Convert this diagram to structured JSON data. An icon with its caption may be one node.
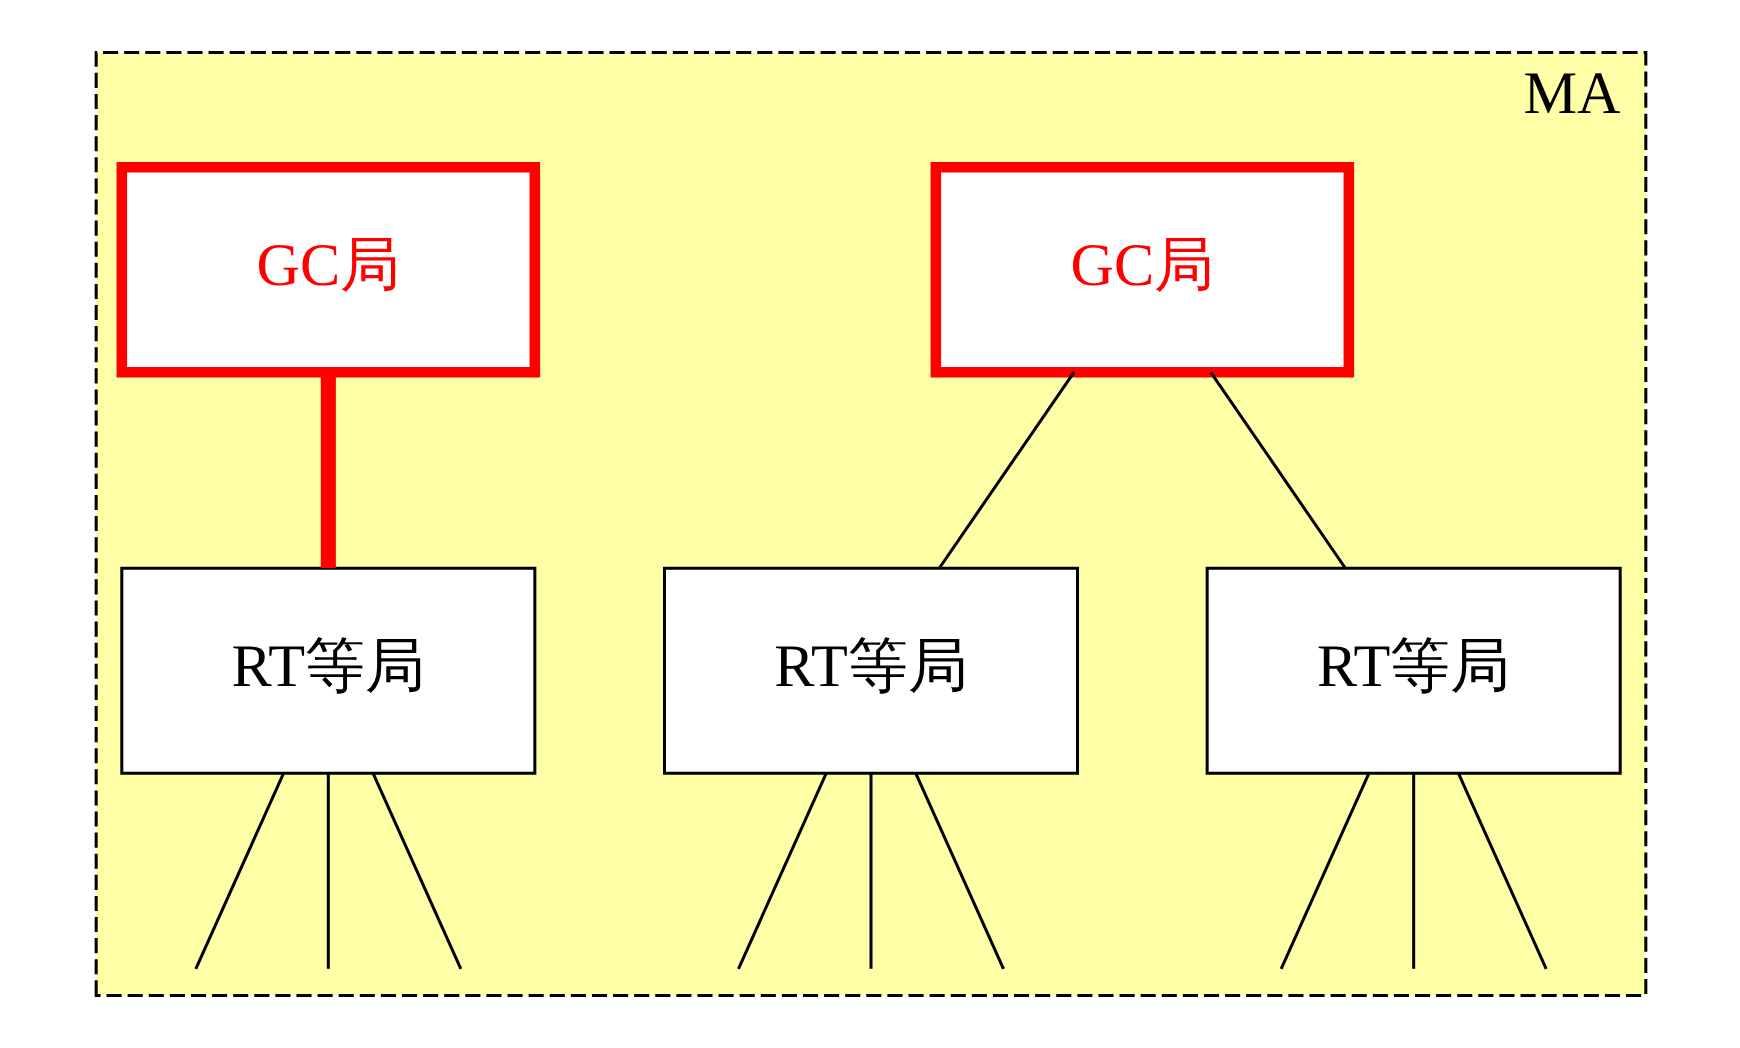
{
  "diagram": {
    "nodes": [
      {
        "text": [
          "MA"
        ]
      },
      {
        "text": [
          "GC局"
        ],
        "in": 0
      },
      {
        "text": [
          "GC局"
        ],
        "in": 0
      },
      {
        "text": [
          "RT等局"
        ],
        "in": 0
      },
      {
        "text": [
          "RT等局"
        ],
        "in": 0
      },
      {
        "text": [
          "RT等局"
        ],
        "in": 0
      }
    ],
    "edges": [
      {
        "from": 1,
        "to": 3,
        "arrow": "none"
      },
      {
        "from": 1,
        "to": 4,
        "arrow": "none"
      },
      {
        "from": 2,
        "to": 5,
        "arrow": "none",
        "style": "thick",
        "color": "#ff0000"
      },
      {
        "from": 3,
        "to": null,
        "arrow": "none"
      },
      {
        "from": 3,
        "to": null,
        "arrow": "none"
      },
      {
        "from": 3,
        "to": null,
        "arrow": "none"
      },
      {
        "from": 4,
        "to": null,
        "arrow": "none"
      },
      {
        "from": 4,
        "to": null,
        "arrow": "none"
      },
      {
        "from": 4,
        "to": null,
        "arrow": "none"
      },
      {
        "from": 5,
        "to": null,
        "arrow": "none"
      },
      {
        "from": 5,
        "to": null,
        "arrow": "none"
      },
      {
        "from": 5,
        "to": null,
        "arrow": "none"
      }
    ]
  }
}
